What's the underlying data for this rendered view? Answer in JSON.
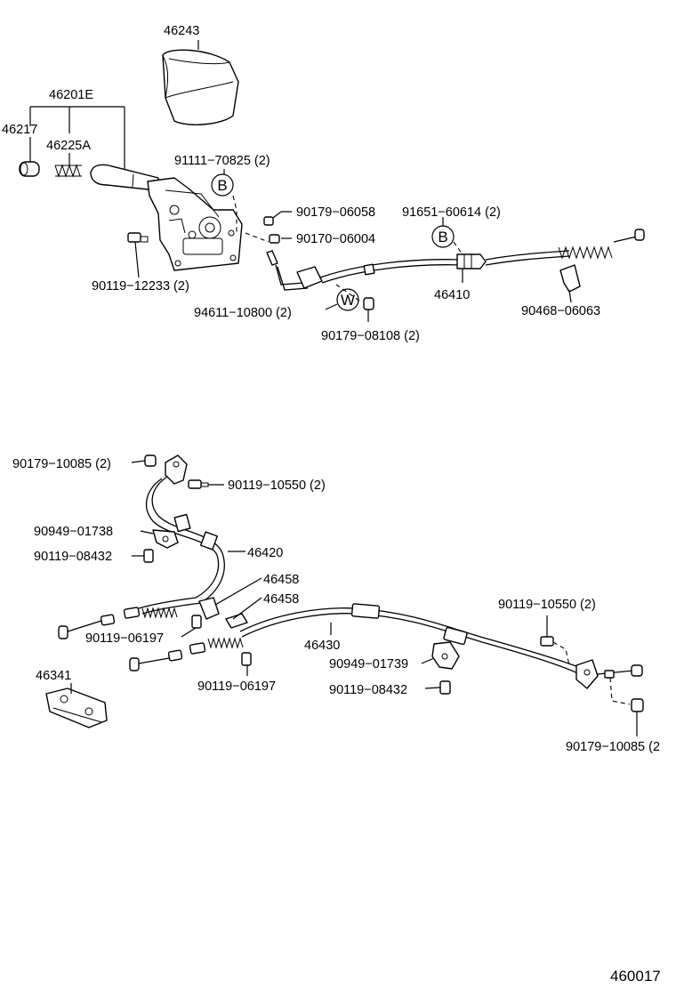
{
  "labels": {
    "p46243": "46243",
    "p46201E": "46201E",
    "p46217": "46217",
    "p46225A": "46225A",
    "p91111": "91111−70825 (2)",
    "p90179_06058": "90179−06058",
    "p91651": "91651−60614 (2)",
    "p90170_06004": "90170−06004",
    "p90119_12233": "90119−12233 (2)",
    "p46410": "46410",
    "p94611": "94611−10800 (2)",
    "p90468": "90468−06063",
    "p90179_08108": "90179−08108 (2)",
    "p90179_10085_a": "90179−10085 (2)",
    "p90119_10550_a": "90119−10550 (2)",
    "p90949_01738": "90949−01738",
    "p46420": "46420",
    "p90119_08432_a": "90119−08432",
    "p46458_a": "46458",
    "p46458_b": "46458",
    "p90119_10550_b": "90119−10550 (2)",
    "p90119_06197_a": "90119−06197",
    "p46430": "46430",
    "p46341": "46341",
    "p90949_01739": "90949−01739",
    "p90119_06197_b": "90119−06197",
    "p90119_08432_b": "90119−08432",
    "p90179_10085_b": "90179−10085 (2",
    "fig_id": "460017"
  },
  "markers": {
    "b1": "B",
    "b2": "B",
    "w": "W"
  }
}
